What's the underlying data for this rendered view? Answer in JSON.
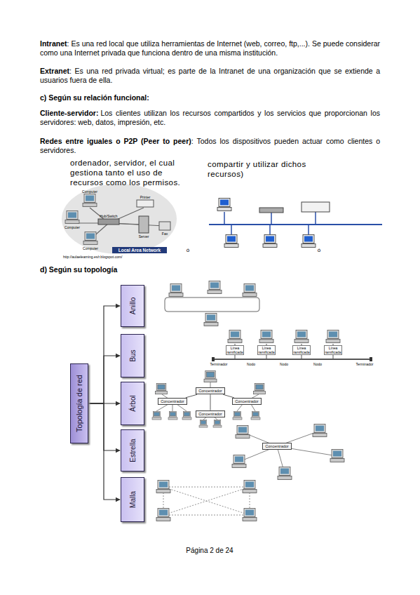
{
  "diagram": {
    "nodes": [
      {
        "text": [
          "Topología de red"
        ]
      },
      {
        "text": [
          "Anillo"
        ]
      },
      {
        "text": [
          "Bus"
        ]
      },
      {
        "text": [
          "Árbol"
        ]
      },
      {
        "text": [
          "Estrella"
        ]
      },
      {
        "text": [
          "Malla"
        ]
      },
      {
        "text": [
          "Concentrador"
        ]
      },
      {
        "text": [
          "Concentrador"
        ]
      },
      {
        "text": [
          "Concentrador"
        ]
      },
      {
        "text": [
          "Concentrador"
        ]
      },
      {
        "text": [
          "Concentrador"
        ]
      }
    ],
    "edges": [
      {
        "from": 0,
        "to": 1,
        "arrow": "to"
      },
      {
        "from": 0,
        "to": 2,
        "arrow": "to"
      },
      {
        "from": 0,
        "to": 3,
        "arrow": "to"
      },
      {
        "from": 0,
        "to": 4,
        "arrow": "to"
      },
      {
        "from": 0,
        "to": 5,
        "arrow": "to"
      },
      {
        "from": 6,
        "to": 7,
        "arrow": "none"
      },
      {
        "from": 6,
        "to": 8,
        "arrow": "none"
      },
      {
        "from": 6,
        "to": 9,
        "arrow": "none"
      }
    ],
    "labels": [
      "Intranet",
      ": Es una red local que utiliza herramientas de Internet (web, correo, ftp,...). Se puede considerar como una Internet privada que funciona dentro de una misma institución.",
      "Extranet",
      ": Es una red privada virtual; es parte de la Intranet de una organización que se extiende a usuarios fuera de ella.",
      "c) Según su relación funcional:",
      "Cliente-servidor:",
      "Los clientes utilizan los recursos compartidos y los servicios que proporcionan los servidores: web, datos, impresión, etc.",
      "Redes entre iguales o P2P (Peer to peer)",
      ": Todos los dispositivos pueden actuar como clientes o servidores.",
      "ordenador, servidor, el cual gestiona tanto el uso de recursos como los permisos.",
      "compartir y utilizar dichos recursos)",
      "Computer",
      "Printer",
      "Computer",
      "Hub/Switch",
      "Server",
      "Fax",
      "Computer",
      "Local Area Network",
      "http://aulaelearning.es/r.blogspot.com/",
      "ó",
      "ó",
      "d) Según su topología",
      "Línea ramificada",
      "Línea ramificada",
      "Línea ramificada",
      "Línea ramificada",
      "Nodo",
      "Nodo",
      "Nodo",
      "Terminador",
      "Terminador",
      "Página 2 de 24"
    ]
  }
}
